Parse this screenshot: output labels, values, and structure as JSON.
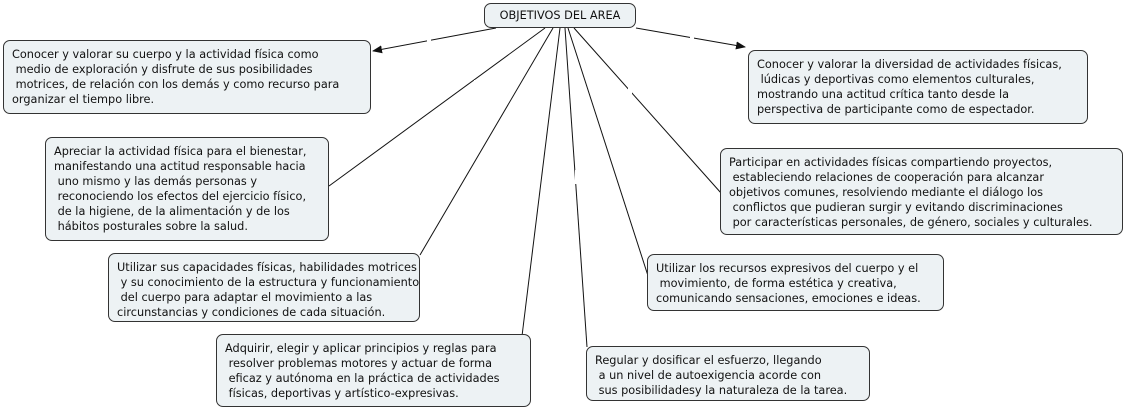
{
  "root": {
    "label": "OBJETIVOS DEL AREA"
  },
  "nodes": [
    {
      "id": "n1",
      "text": "Conocer y valorar su cuerpo y la actividad física como\n medio de exploración y disfrute de sus posibilidades\n motrices, de relación con los demás y como recurso para\norganizar el tiempo libre."
    },
    {
      "id": "n2",
      "text": "Conocer y valorar la diversidad de actividades físicas,\n lúdicas y deportivas como elementos culturales,\nmostrando una actitud crítica tanto desde la\nperspectiva de participante como de espectador."
    },
    {
      "id": "n3",
      "text": "Apreciar la actividad física para el bienestar,\nmanifestando una actitud responsable hacia\n uno mismo y las demás personas y\n reconociendo los efectos del ejercicio físico,\n de la higiene, de la alimentación y de los\n hábitos posturales sobre la salud."
    },
    {
      "id": "n4",
      "text": "Participar en actividades físicas compartiendo proyectos,\n estableciendo relaciones de cooperación para alcanzar\nobjetivos comunes, resolviendo mediante el diálogo los\n conflictos que pudieran surgir y evitando discriminaciones\n por características personales, de género, sociales y culturales."
    },
    {
      "id": "n5",
      "text": "Utilizar sus capacidades físicas, habilidades motrices\n y su conocimiento de la estructura y funcionamiento\n del cuerpo para adaptar el movimiento a las\ncircunstancias y condiciones de cada situación."
    },
    {
      "id": "n6",
      "text": "Utilizar los recursos expresivos del cuerpo y el\n movimiento, de forma estética y creativa,\ncomunicando sensaciones, emociones e ideas."
    },
    {
      "id": "n7",
      "text": "Adquirir, elegir y aplicar principios y reglas para\n resolver problemas motores y actuar de forma\n eficaz y autónoma en la práctica de actividades\n físicas, deportivas y artístico-expresivas."
    },
    {
      "id": "n8",
      "text": "Regular y dosificar el esfuerzo, llegando\n a un nivel de autoexigencia acorde con\n sus posibilidadesy la naturaleza de la tarea."
    }
  ],
  "colors": {
    "node_fill": "#edf2f4",
    "border": "#333333",
    "line": "#111111"
  }
}
